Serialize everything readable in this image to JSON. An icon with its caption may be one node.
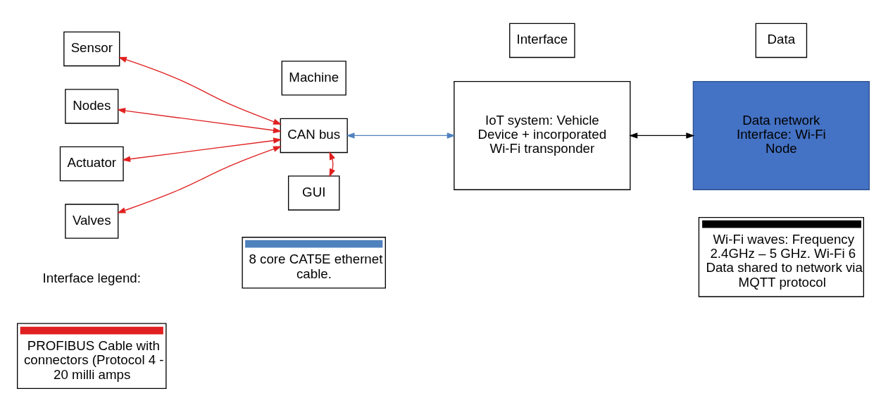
{
  "diagram": {
    "nodes": [
      {
        "text": [
          "Machine"
        ]
      },
      {
        "text": [
          "Interface"
        ]
      },
      {
        "text": [
          "Data"
        ]
      },
      {
        "text": [
          "Sensor"
        ]
      },
      {
        "text": [
          "Nodes"
        ]
      },
      {
        "text": [
          "Actuator"
        ]
      },
      {
        "text": [
          "Valves"
        ]
      },
      {
        "text": [
          "CAN bus"
        ]
      },
      {
        "text": [
          "GUI"
        ]
      },
      {
        "text": [
          "IoT system: Vehicle Device + incorporated Wi-Fi transponder"
        ]
      },
      {
        "text": [
          "Data network Interface: Wi-Fi Node"
        ]
      }
    ],
    "edges": [
      {
        "from": 3,
        "to": 7,
        "arrow": "both"
      },
      {
        "from": 4,
        "to": 7,
        "arrow": "both"
      },
      {
        "from": 5,
        "to": 7,
        "arrow": "both"
      },
      {
        "from": 6,
        "to": 7,
        "arrow": "both"
      },
      {
        "from": 7,
        "to": 8,
        "arrow": "both"
      },
      {
        "from": 7,
        "to": 9,
        "arrow": "both",
        "color": "#4f81bd"
      },
      {
        "from": 9,
        "to": 10,
        "arrow": "both",
        "color": "#000000"
      }
    ],
    "labels": [
      "Interface legend:"
    ],
    "legend": [
      {
        "text": "PROFIBUS Cable with connectors (Protocol 4 - 20 milli amps"
      },
      {
        "text": "8 core CAT5E ethernet cable."
      },
      {
        "text": "Wi-Fi waves: Frequency 2.4GHz – 5 GHz. Wi-Fi 6 Data shared to network via MQTT protocol"
      }
    ]
  }
}
